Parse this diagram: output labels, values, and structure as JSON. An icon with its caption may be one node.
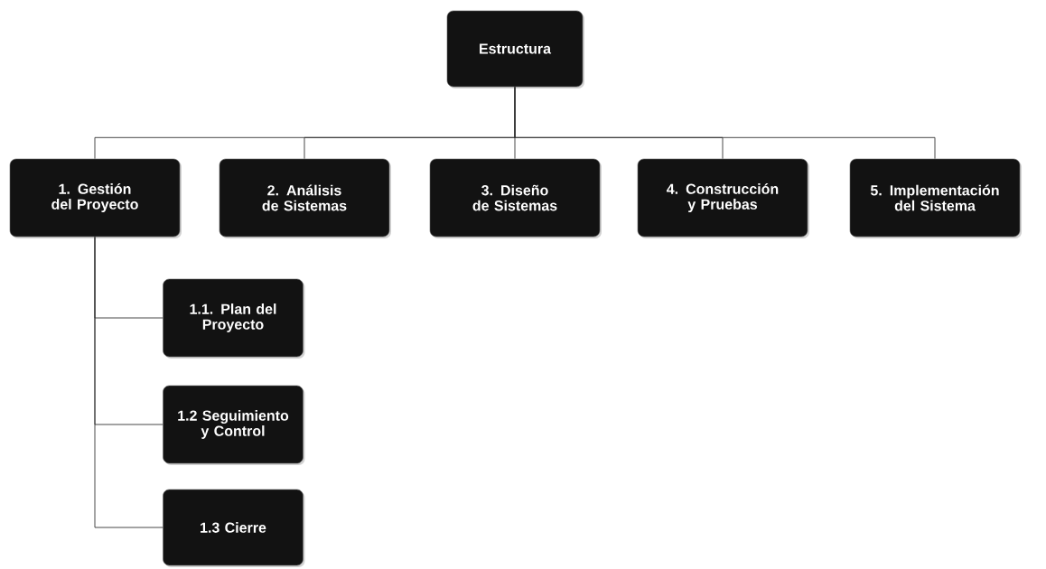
{
  "diagram": {
    "nodes": [
      {
        "text": [
          "Estructura"
        ]
      },
      {
        "text": [
          "1. Gestión del Proyecto"
        ]
      },
      {
        "text": [
          "2. Análisis de Sistemas"
        ]
      },
      {
        "text": [
          "3. Diseño de Sistemas"
        ]
      },
      {
        "text": [
          "4. Construcción y Pruebas"
        ]
      },
      {
        "text": [
          "5. Implementación del Sistema"
        ]
      },
      {
        "text": [
          "1.1. Plan del Proyecto"
        ]
      },
      {
        "text": [
          "1.2 Seguimiento y Control"
        ]
      },
      {
        "text": [
          "1.3 Cierre"
        ]
      }
    ],
    "edges": [
      {
        "from": 0,
        "to": 1,
        "arrow": "none"
      },
      {
        "from": 0,
        "to": 2,
        "arrow": "none"
      },
      {
        "from": 0,
        "to": 3,
        "arrow": "none"
      },
      {
        "from": 0,
        "to": 4,
        "arrow": "none"
      },
      {
        "from": 0,
        "to": 5,
        "arrow": "none"
      },
      {
        "from": 1,
        "to": 6,
        "arrow": "none"
      },
      {
        "from": 1,
        "to": 7,
        "arrow": "none"
      },
      {
        "from": 1,
        "to": 8,
        "arrow": "none"
      }
    ]
  }
}
